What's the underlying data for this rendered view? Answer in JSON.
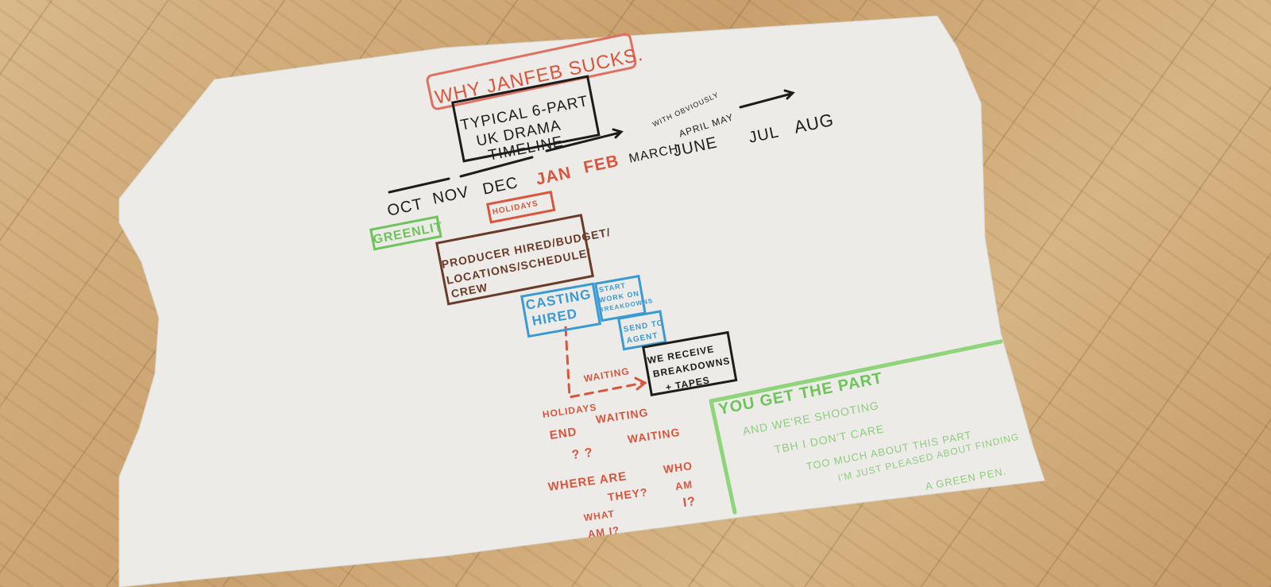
{
  "title": "Why JanFeb sucks.",
  "subtitle": [
    "Typical 6-part",
    "UK drama",
    "timeline"
  ],
  "months": {
    "oct": "Oct",
    "nov": "Nov",
    "dec": "Dec",
    "jan": "Jan",
    "feb": "Feb",
    "march": "March",
    "june": "June",
    "jul": "Jul",
    "aug": "Aug",
    "insert_note": "with obviously",
    "insert_months": "April May"
  },
  "boxes": {
    "holidays": "Holidays",
    "greenlit": "Greenlit",
    "producer": [
      "Producer hired/budget/",
      "locations/schedule/",
      "crew"
    ],
    "casting": [
      "Casting",
      "hired"
    ],
    "start_work": [
      "Start",
      "work on",
      "breakdowns"
    ],
    "send_agent": [
      "Send to",
      "agent"
    ],
    "receive": [
      "We receive",
      "breakdowns",
      "+ tapes"
    ]
  },
  "waiting_label": "Waiting",
  "red_notes": {
    "holidays_end": "Holidays",
    "end": "End",
    "waiting1": "Waiting",
    "qq": "? ?",
    "waiting2": "Waiting",
    "where": "Where are",
    "they": "they?",
    "who": "Who",
    "am": "am",
    "i": "I?",
    "what": "What",
    "am_i": "am I?"
  },
  "green_box": {
    "heading": "You get the part",
    "lines": [
      "And we're shooting",
      "TBH I don't care",
      "too much about this part",
      "I'm just pleased about finding",
      "a green pen."
    ]
  },
  "colors": {
    "red": "#d9553e",
    "green": "#6cc45a",
    "blue": "#3a9ad4",
    "brown": "#6b3b2a",
    "black": "#1c1c1c"
  }
}
